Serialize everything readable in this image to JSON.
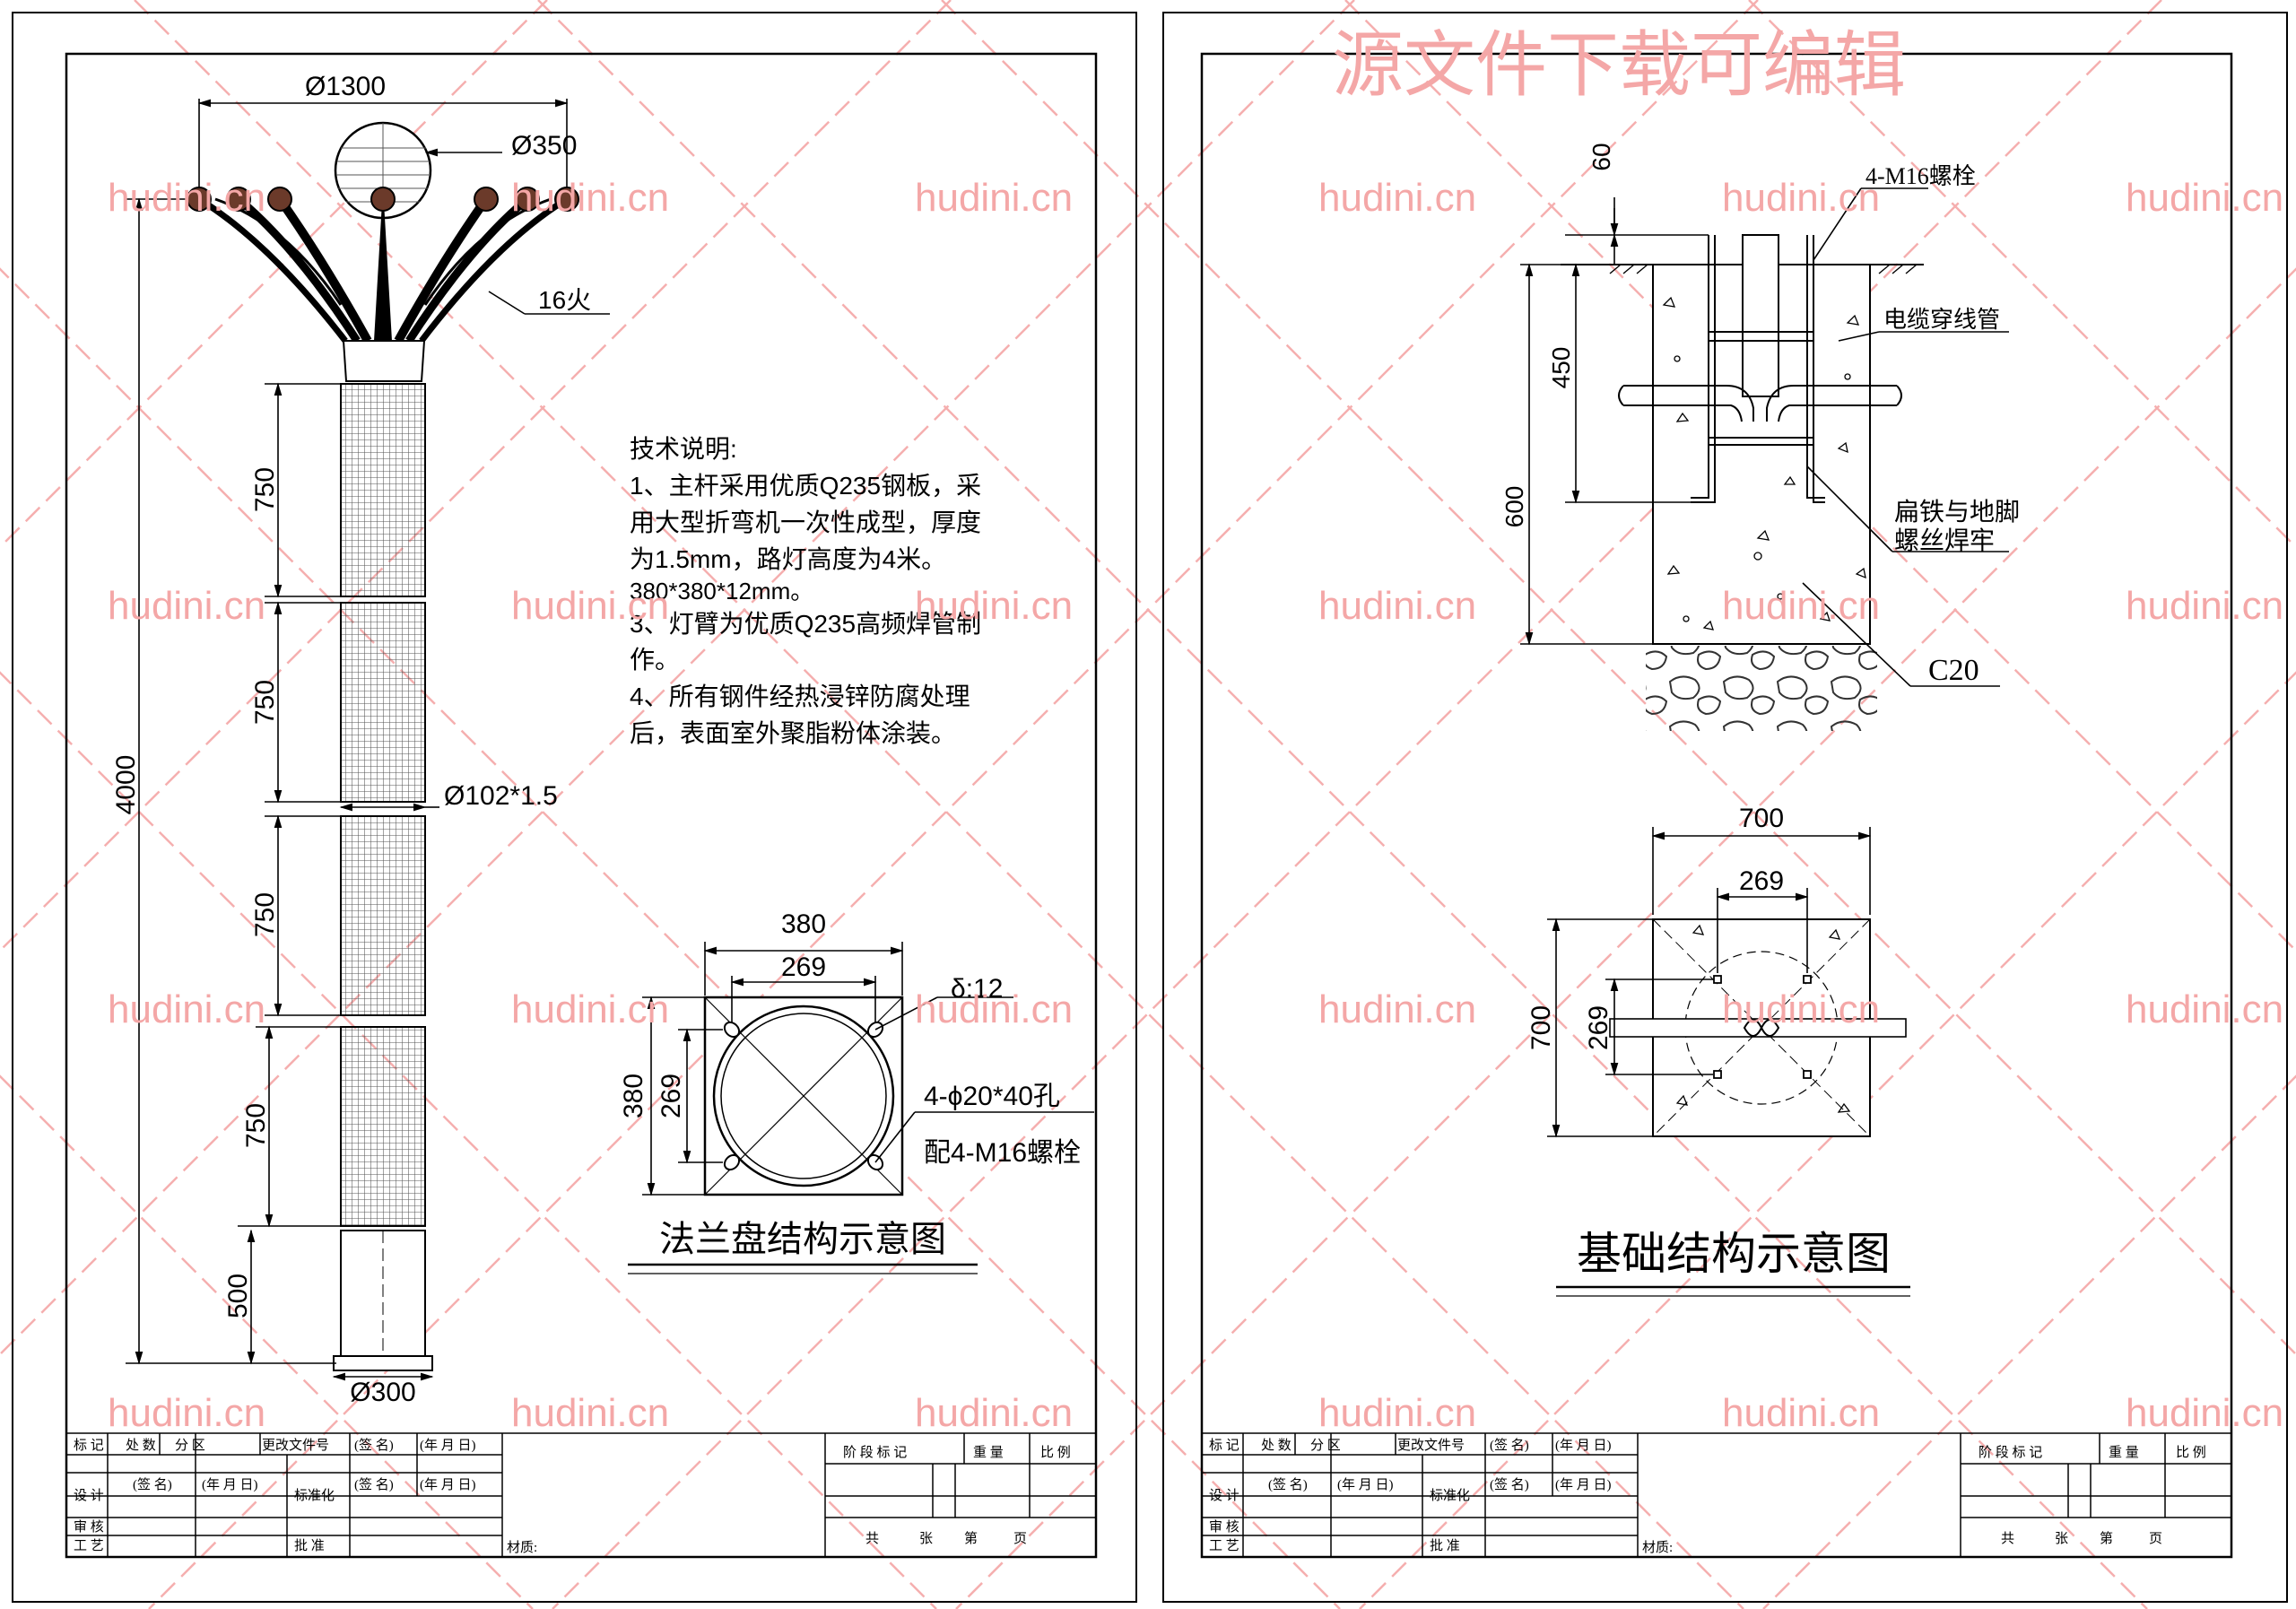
{
  "watermark": {
    "banner": "源文件下载可编辑",
    "site": "hudini.cn",
    "color": "#f4a7a7"
  },
  "sheet1": {
    "dims": {
      "top_span": "Ø1300",
      "lamp_dia": "Ø350",
      "lamp_count": "16火",
      "total_height": "4000",
      "seg1": "750",
      "seg2": "750",
      "seg3": "750",
      "seg4": "750",
      "base_seg": "500",
      "pole_dia": "Ø102*1.5",
      "base_dia": "Ø300"
    },
    "notes": {
      "heading": "技术说明:",
      "lines": [
        "1、主杆采用优质Q235钢板，采",
        "用大型折弯机一次性成型，厚度",
        "为1.5mm，路灯高度为4米。",
        "380*380*12mm。",
        "3、灯臂为优质Q235高频焊管制",
        "作。",
        "4、所有钢件经热浸锌防腐处理",
        "后，表面室外聚脂粉体涂装。"
      ]
    },
    "flange": {
      "width_outer": "380",
      "width_inner": "269",
      "height_outer": "380",
      "height_inner": "269",
      "thickness": "δ:12",
      "holes": "4-ϕ20*40孔",
      "bolts": "配4-M16螺栓",
      "title": "法兰盘结构示意图"
    }
  },
  "sheet2": {
    "section": {
      "top": "60",
      "bolt_label": "4-M16螺栓",
      "conduit_label": "电缆穿线管",
      "depth_450": "450",
      "depth_600": "600",
      "weld_label_1": "扁铁与地脚",
      "weld_label_2": "螺丝焊牢",
      "concrete": "C20"
    },
    "plan": {
      "width_outer": "700",
      "width_inner": "269",
      "height_outer": "700",
      "height_inner": "269"
    },
    "title": "基础结构示意图"
  },
  "title_block": {
    "row1": [
      "标 记",
      "处 数",
      "分 区",
      "更改文件号",
      "(签 名)",
      "(年 月 日)"
    ],
    "design": "设 计",
    "sign": "(签 名)",
    "date": "(年 月 日)",
    "standard": "标准化",
    "sign2": "(签 名)",
    "date2": "(年 月 日)",
    "review": "审 核",
    "craft": "工 艺",
    "approve": "批 准",
    "material": "材质:",
    "stage": "阶 段 标 记",
    "weight": "重 量",
    "scale": "比 例",
    "sheets": [
      "共",
      "张",
      "第",
      "页"
    ]
  }
}
